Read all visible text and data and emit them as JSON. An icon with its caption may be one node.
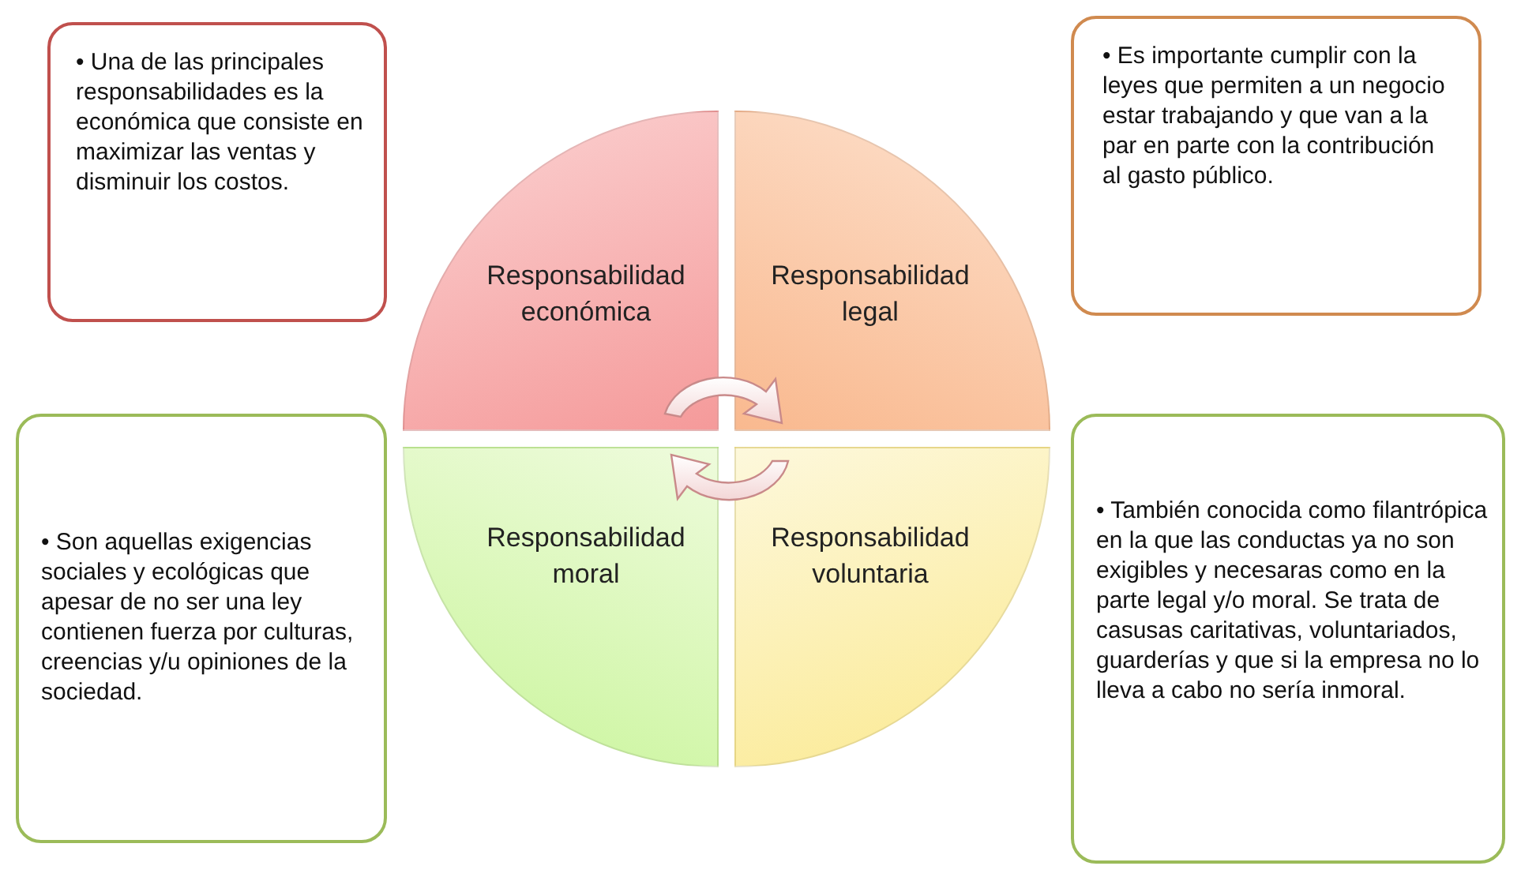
{
  "diagram": {
    "nodes": [
      {
        "text": [
          "• Una de las principales responsabilidades es la económica que consiste en maximizar las ventas y disminuir los costos."
        ]
      },
      {
        "text": [
          "Responsabilidad económica"
        ]
      },
      {
        "text": [
          "Responsabilidad legal"
        ]
      },
      {
        "text": [
          "• Es importante cumplir con la leyes que permiten a un negocio estar trabajando y que van a la par en parte con la contribución al gasto público."
        ]
      },
      {
        "text": [
          "• Son aquellas exigencias sociales y ecológicas que apesar de no ser una ley contienen fuerza por culturas, creencias y/u opiniones de la sociedad."
        ]
      },
      {
        "text": [
          "Responsabilidad moral"
        ]
      },
      {
        "text": [
          "Responsabilidad voluntaria"
        ]
      },
      {
        "text": [
          "• También conocida como filantrópica en la que las conductas ya no son exigibles y necesaras como en la parte legal y/o moral. Se trata de casusas caritativas, voluntariados, guarderías y que si la empresa no lo lleva a cabo no sería inmoral."
        ]
      }
    ],
    "edges": []
  }
}
